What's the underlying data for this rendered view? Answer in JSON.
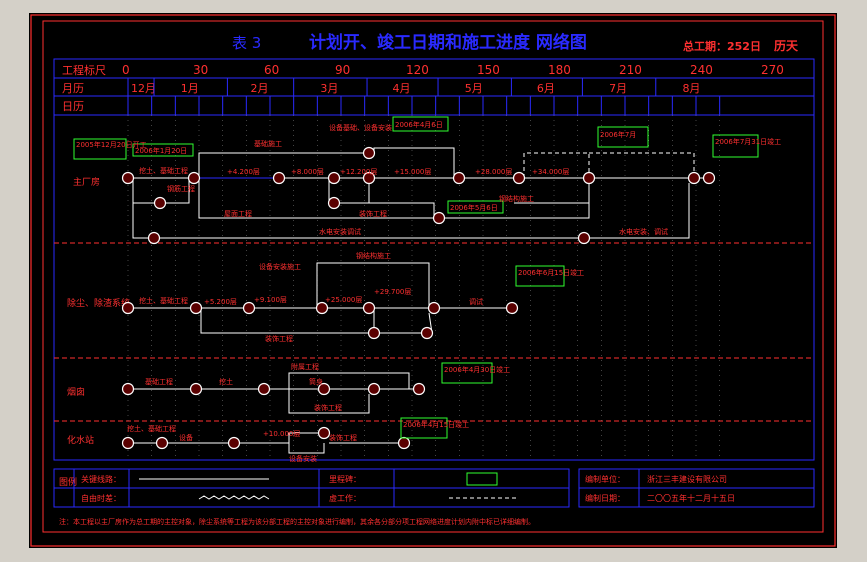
{
  "title": {
    "table_no": "表 3",
    "main": "计划开、竣工日期和施工进度 网络图",
    "total_label": "总工期：252日",
    "total_unit": "历天"
  },
  "scale": {
    "row_label": "工程标尺",
    "ticks": [
      "0",
      "30",
      "60",
      "90",
      "120",
      "150",
      "180",
      "210",
      "240",
      "270"
    ]
  },
  "months": {
    "row_label": "月历",
    "labels": [
      "12月",
      "1月",
      "2月",
      "3月",
      "4月",
      "5月",
      "6月",
      "7月",
      "8月"
    ]
  },
  "calendar": {
    "row_label": "日历"
  },
  "sections": {
    "main_plant": "主厂房",
    "desulfur": "除尘、除渣系统",
    "chimney": "烟囱",
    "water": "化水站"
  },
  "milestones": {
    "start": "2005年12月20日开工",
    "m1": "2006年1月20日",
    "m2": "2006年4月6日",
    "m3": "2006年5月6日",
    "m4": "2006年7月",
    "m5": "2006年7月31日竣工",
    "d_end": "2006年6月15日竣工",
    "c_end": "2006年4月30日竣工",
    "w_end": "2006年4月15日竣工"
  },
  "activities": {
    "a1": "挖土、基础工程",
    "a2": "钢筋工程",
    "a3": "基础施工",
    "a4": "+4.200层",
    "a5": "+8.000层",
    "a6": "+12.200层",
    "a7": "+15.000层",
    "a8": "+28.000层",
    "a9": "+34.000层",
    "a10": "设备基础、设备安装",
    "a11": "钢结构施工",
    "a12": "装饰工程",
    "a13": "水电安装调试",
    "a14": "水电安装、调试",
    "a15": "屋面工程",
    "d1": "挖土、基础工程",
    "d2": "+5.200层",
    "d3": "+9.100层",
    "d4": "+25.000层",
    "d5": "+29.700层",
    "d6": "设备安装施工",
    "d7": "钢结构施工",
    "d8": "装饰工程",
    "d9": "调试",
    "c1": "基础工程",
    "c2": "挖土",
    "c3": "筒身",
    "c4": "附属工程",
    "c5": "装饰工程",
    "w1": "挖土、基础工程",
    "w2": "设备",
    "w3": "+10.000层",
    "w4": "装饰工程",
    "w5": "设备安装"
  },
  "legend": {
    "title": "图例",
    "critical": "关键线路：",
    "free": "自由时差：",
    "milestone": "里程碑：",
    "dummy": "虚工作：",
    "org_label": "编制单位：",
    "org": "浙江三丰建设有限公司",
    "date_label": "编制日期：",
    "date": "二〇〇五年十二月十五日"
  },
  "note": "注：本工程以主厂房作为总工期的主控对象，除尘系统等工程为该分部工程的主控对象进行编制，其余各分部分项工程网络进度计划内附中标已详细编制。"
}
